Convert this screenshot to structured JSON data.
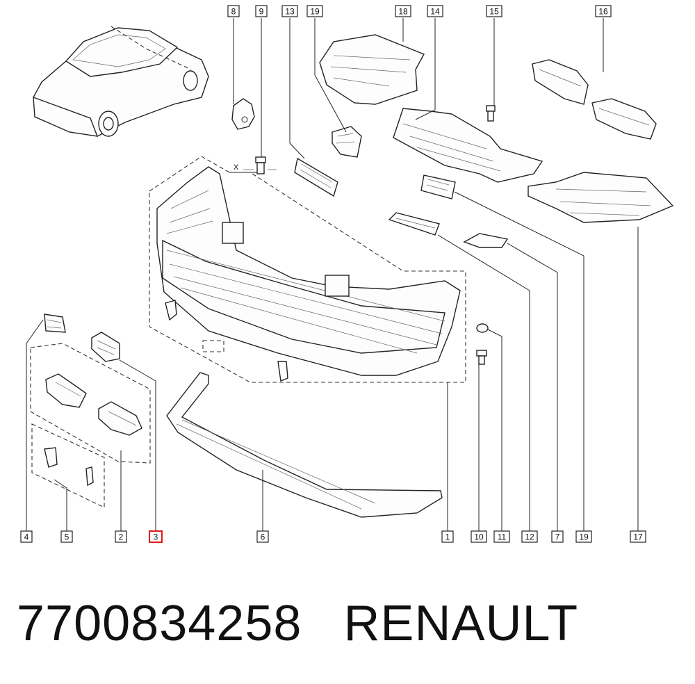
{
  "callouts": [
    "8",
    "9",
    "13",
    "19",
    "18",
    "14",
    "15",
    "16",
    "4",
    "5",
    "2",
    "3",
    "6",
    "1",
    "10",
    "11",
    "12",
    "7",
    "19",
    "17"
  ],
  "selected_callout": "3",
  "axis_mark": "X",
  "footer": {
    "part_number": "7700834258",
    "brand": "RENAULT"
  }
}
